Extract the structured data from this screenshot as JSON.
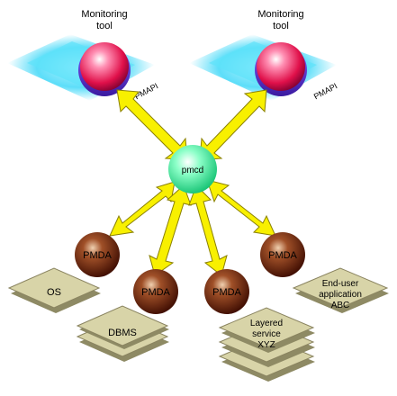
{
  "tools": [
    {
      "title_line1": "Monitoring",
      "title_line2": "tool",
      "api_label": "PMAPI"
    },
    {
      "title_line1": "Monitoring",
      "title_line2": "tool",
      "api_label": "PMAPI"
    }
  ],
  "pmcd": {
    "label": "pmcd"
  },
  "pmdas": [
    {
      "label": "PMDA"
    },
    {
      "label": "PMDA"
    },
    {
      "label": "PMDA"
    },
    {
      "label": "PMDA"
    }
  ],
  "platforms": {
    "os": {
      "label": "OS"
    },
    "dbms": {
      "label": "DBMS"
    },
    "layered": {
      "line1": "Layered",
      "line2": "service",
      "line3": "XYZ"
    },
    "app": {
      "line1": "End-user",
      "line2": "application",
      "line3": "ABC"
    }
  }
}
